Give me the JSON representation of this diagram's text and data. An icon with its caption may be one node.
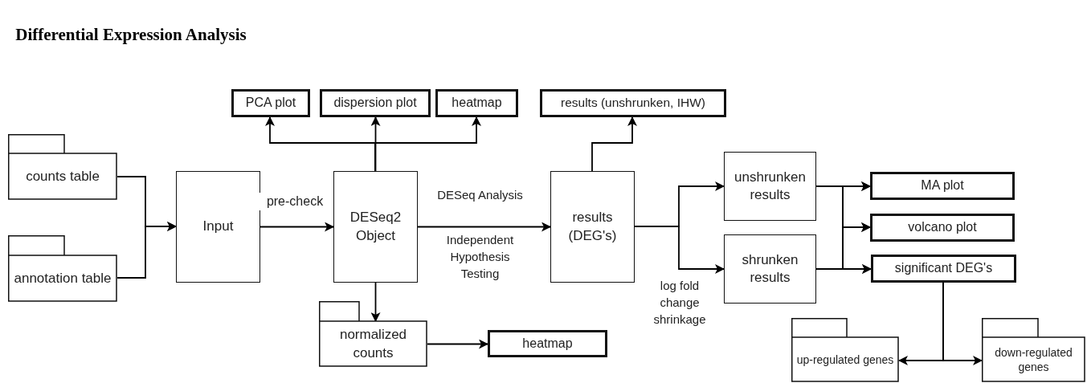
{
  "diagram": {
    "title": "Differential Expression Analysis",
    "nodes": [
      {
        "text": [
          "counts table"
        ]
      },
      {
        "text": [
          "annotation table"
        ]
      },
      {
        "text": [
          "Input"
        ]
      },
      {
        "text": [
          "DESeq2 Object"
        ]
      },
      {
        "text": [
          "PCA plot"
        ]
      },
      {
        "text": [
          "dispersion plot"
        ]
      },
      {
        "text": [
          "heatmap"
        ]
      },
      {
        "text": [
          "results (unshrunken, IHW)"
        ]
      },
      {
        "text": [
          "results (DEG's)"
        ]
      },
      {
        "text": [
          "unshrunken results"
        ]
      },
      {
        "text": [
          "shrunken results"
        ]
      },
      {
        "text": [
          "MA plot"
        ]
      },
      {
        "text": [
          "volcano plot"
        ]
      },
      {
        "text": [
          "significant DEG's"
        ]
      },
      {
        "text": [
          "normalized counts"
        ]
      },
      {
        "text": [
          "heatmap"
        ]
      },
      {
        "text": [
          "up-regulated genes"
        ]
      },
      {
        "text": [
          "down-regulated genes"
        ]
      }
    ],
    "edges": [
      {
        "from": 0,
        "to": 2,
        "arrow": "to"
      },
      {
        "from": 1,
        "to": 2,
        "arrow": "to"
      },
      {
        "from": 2,
        "to": 3,
        "arrow": "to",
        "label": "pre-check"
      },
      {
        "from": 3,
        "to": 8,
        "arrow": "to",
        "label": "DESeq Analysis"
      },
      {
        "from": 3,
        "to": 4,
        "arrow": "to"
      },
      {
        "from": 3,
        "to": 5,
        "arrow": "to"
      },
      {
        "from": 3,
        "to": 6,
        "arrow": "to"
      },
      {
        "from": 8,
        "to": 7,
        "arrow": "to"
      },
      {
        "from": 8,
        "to": 9,
        "arrow": "to"
      },
      {
        "from": 8,
        "to": 10,
        "arrow": "to",
        "label": "log fold change shrinkage"
      },
      {
        "from": 9,
        "to": 11,
        "arrow": "to"
      },
      {
        "from": 9,
        "to": 12,
        "arrow": "to"
      },
      {
        "from": 9,
        "to": 13,
        "arrow": "to"
      },
      {
        "from": 10,
        "to": 11,
        "arrow": "to"
      },
      {
        "from": 10,
        "to": 12,
        "arrow": "to"
      },
      {
        "from": 10,
        "to": 13,
        "arrow": "to"
      },
      {
        "from": 3,
        "to": 14,
        "arrow": "to"
      },
      {
        "from": 14,
        "to": 15,
        "arrow": "to"
      },
      {
        "from": 13,
        "to": 16,
        "arrow": "to"
      },
      {
        "from": 13,
        "to": 17,
        "arrow": "to"
      }
    ],
    "labels": [
      "Independent Hypothesis Testing"
    ]
  }
}
